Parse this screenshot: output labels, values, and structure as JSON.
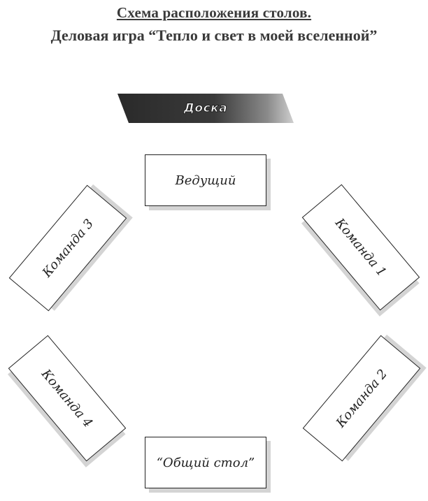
{
  "heading": {
    "title": "Схема расположения столов.",
    "subtitle": "Деловая игра “Тепло и свет в моей вселенной”"
  },
  "diagram": {
    "board": "Доска",
    "tables": {
      "host": "Ведущий",
      "team1": "Команда 1",
      "team2": "Команда 2",
      "team3": "Команда 3",
      "team4": "Команда 4",
      "common": "“Общий стол”"
    }
  },
  "colors": {
    "board_fill": "#2f2f2f",
    "shadow": "#d4d4d4",
    "stroke": "#222222"
  }
}
